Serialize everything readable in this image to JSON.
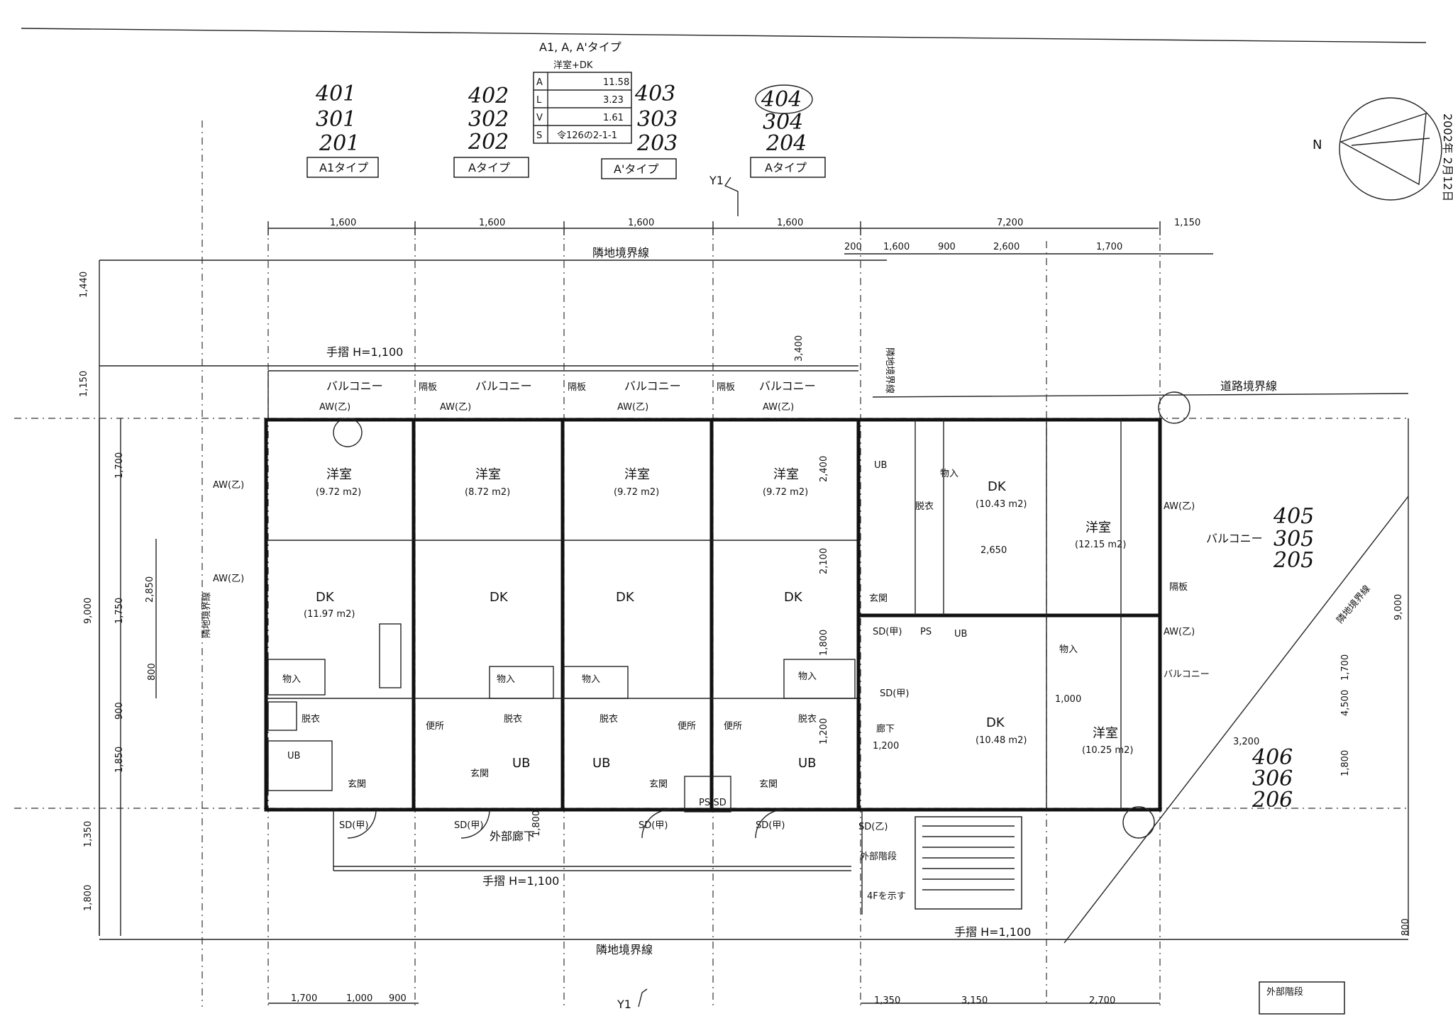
{
  "type_table": {
    "title": "A1, A, A'タイプ",
    "subtitle": "洋室+DK",
    "rows": [
      {
        "key": "A",
        "value": "11.58"
      },
      {
        "key": "L",
        "value": "3.23"
      },
      {
        "key": "V",
        "value": "1.61"
      },
      {
        "key": "S",
        "value": "令126の2-1-1"
      }
    ]
  },
  "unit_numbers": [
    [
      "401",
      "301",
      "201"
    ],
    [
      "402",
      "302",
      "202"
    ],
    [
      "403",
      "303",
      "203"
    ],
    [
      "404",
      "304",
      "204"
    ],
    [
      "405",
      "305",
      "205"
    ],
    [
      "406",
      "306",
      "206"
    ]
  ],
  "type_labels": [
    "A1タイプ",
    "Aタイプ",
    "A'タイプ",
    "Aタイプ"
  ],
  "dimensions": {
    "top": [
      "1,600",
      "1,600",
      "1,600",
      "1,600",
      "7,200",
      "1,150"
    ],
    "top_sub": [
      "200",
      "1,600",
      "900",
      "2,600",
      "1,700"
    ],
    "bottom": [
      "1,700",
      "1,000",
      "900",
      "1,350",
      "3,150",
      "2,700"
    ],
    "left": [
      "1,440",
      "1,150",
      "1,700",
      "9,000",
      "1,750",
      "2,850",
      "800",
      "900",
      "1,850",
      "1,350",
      "1,800"
    ],
    "middle": [
      "3,400",
      "2,400",
      "2,100",
      "1,800",
      "1,200",
      "2,650",
      "1,800",
      "3,200"
    ],
    "right": [
      "9,000",
      "1,700",
      "4,500",
      "1,800",
      "800"
    ]
  },
  "rooms": {
    "yoshitsu": "洋室",
    "area_a": "(9.72 m2)",
    "area_a_alt": "(8.72 m2)",
    "dk": "DK",
    "dk1_area": "(11.97 m2)",
    "dk_405_area": "(10.43 m2)",
    "dk_406_area": "(10.48 m2)",
    "room_405_area": "(12.15 m2)",
    "room_406_area": "(10.25 m2)",
    "monoire": "物入",
    "datsui": "脱衣",
    "ub": "UB",
    "genkan": "玄関",
    "benjo": "便所",
    "balcony": "バルコニー",
    "shiki": "隔板",
    "aw": "AW(乙)",
    "sd": "SD(甲)",
    "sd2": "SD(乙)",
    "ps": "PS",
    "ps_sd": "PS/SD",
    "roka": "廊下",
    "outer_corridor": "外部廊下",
    "outer_stairs": "外部階段",
    "fourf": "4Fを示す",
    "hand_rail_top": "手摺 H=1,100",
    "hand_rail_bottom": "手摺 H=1,100",
    "boundary": "隣地境界線",
    "road_boundary": "道路境界線",
    "width_1200": "1,200",
    "width_1000": "1,000",
    "y1": "Y1"
  },
  "stamp": "外部階段",
  "north": "N",
  "side_note": "2002年 2月12日"
}
